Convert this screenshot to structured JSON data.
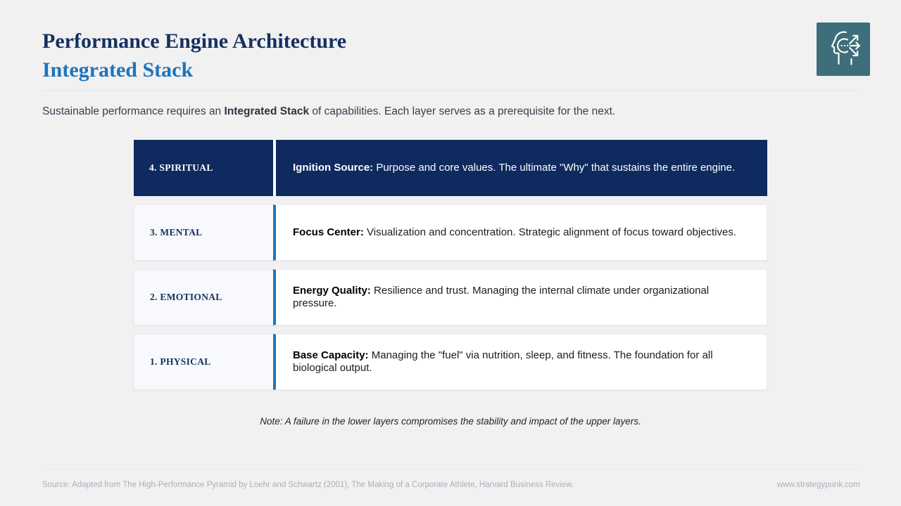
{
  "header": {
    "title": "Performance Engine Architecture",
    "subtitle": "Integrated Stack"
  },
  "logo": {
    "icon": "head-with-arrows-icon",
    "background_color": "#3e6e7a"
  },
  "intro": {
    "pre": "Sustainable performance requires an ",
    "bold": "Integrated Stack",
    "post": " of capabilities. Each layer serves as a prerequisite for the next."
  },
  "stack": {
    "rows": [
      {
        "label": "4. SPIRITUAL",
        "title": "Ignition Source:",
        "text": " Purpose and core values. The ultimate \"Why\" that sustains the entire engine.",
        "variant": "dark"
      },
      {
        "label": "3. MENTAL",
        "title": "Focus Center:",
        "text": " Visualization and concentration. Strategic alignment of focus toward objectives.",
        "variant": "light"
      },
      {
        "label": "2. EMOTIONAL",
        "title": "Energy Quality:",
        "text": " Resilience and trust. Managing the internal climate under organizational pressure.",
        "variant": "light"
      },
      {
        "label": "1. PHYSICAL",
        "title": "Base Capacity:",
        "text": " Managing the \"fuel\" via nutrition, sleep, and fitness. The foundation for all biological output.",
        "variant": "light"
      }
    ]
  },
  "note": "Note: A failure in the lower layers compromises the stability and impact of the upper layers.",
  "footer": {
    "source": "Source: Adapted from The High-Performance Pyramid by Loehr and Schwartz (2001), The Making of a Corporate Athlete, Harvard Business Review.",
    "website": "www.strategypunk.com"
  },
  "colors": {
    "page_background": "#f1f1f2",
    "navy": "#0e2a5e",
    "title_navy": "#16305f",
    "accent_blue": "#1c75bc",
    "logo_teal": "#3e6e7a",
    "label_cell_bg": "#f7f9fc"
  }
}
